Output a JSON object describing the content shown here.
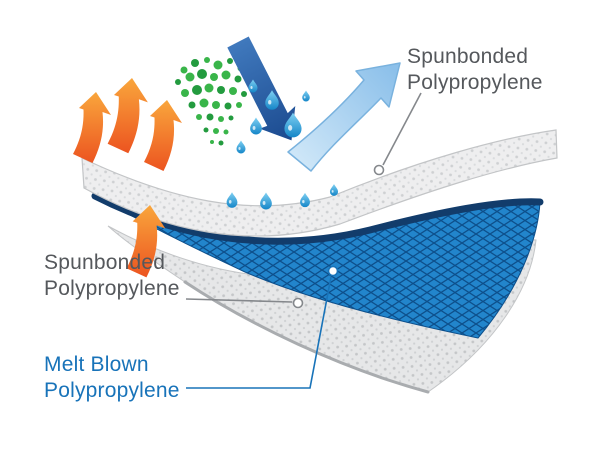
{
  "figure": {
    "labels": {
      "spunbonded_top": {
        "line1": "Spunbonded",
        "line2": "Polypropylene"
      },
      "spunbonded_bottom": {
        "line1": "Spunbonded",
        "line2": "Polypropylene"
      },
      "melt_blown": {
        "line1": "Melt Blown",
        "line2": "Polypropylene"
      }
    },
    "icons": {
      "breathability": "orange-up-arrows",
      "particles": "green-particle-cluster",
      "liquid_penetration": "dark-blue-down-arrow",
      "water": "blue-water-droplets",
      "water_repellency": "light-blue-up-arrow"
    },
    "colors": {
      "label_text": "#55585c",
      "melt_blown_text": "#1873b9",
      "layer_gray": "#eeeeef",
      "layer_gray_2": "#e6e7e8",
      "layer_edge": "#c3c5c7",
      "mesh_blue": "#2285cc",
      "mesh_line": "#0d4f8b",
      "navy_edge": "#123c6b",
      "orange_light": "#f9a63c",
      "orange_dark": "#ec5420",
      "green": "#39b54a",
      "green_dark": "#239b3f",
      "dark_arrow_light": "#4079bd",
      "dark_arrow_dark": "#1b4a8f",
      "drop_light": "#7fd0f2",
      "drop_dark": "#1586c8",
      "repel_light": "#cfe7f8",
      "repel_dark": "#8cc0ea",
      "leader_gray": "#85888c"
    }
  }
}
